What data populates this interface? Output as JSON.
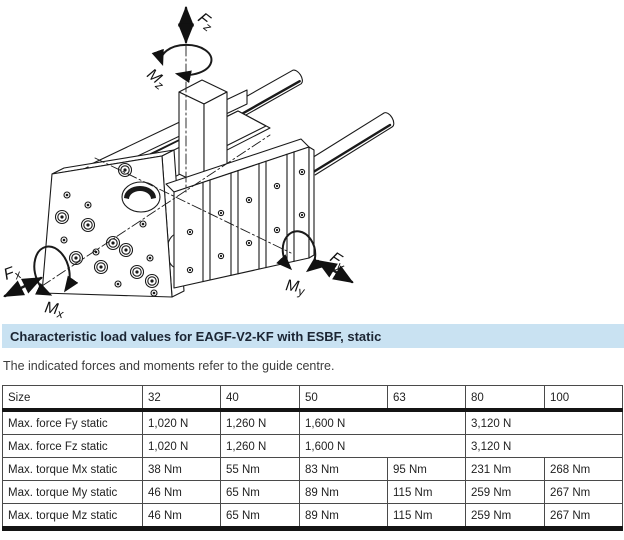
{
  "title": "Characteristic load values for EAGF-V2-KF with ESBF, static",
  "subtitle": "The indicated forces and moments refer to the guide centre.",
  "diagram": {
    "labels": {
      "fz": {
        "main": "F",
        "sub": "z"
      },
      "mz": {
        "main": "M",
        "sub": "z"
      },
      "fx": {
        "main": "F",
        "sub": "x"
      },
      "mx": {
        "main": "M",
        "sub": "x"
      },
      "fy": {
        "main": "F",
        "sub": "y"
      },
      "my": {
        "main": "M",
        "sub": "y"
      }
    }
  },
  "table": {
    "columns": [
      "Size",
      "32",
      "40",
      "50",
      "63",
      "80",
      "100"
    ],
    "rows": [
      {
        "label": "Max. force Fy static",
        "cells": [
          {
            "text": "1,020 N"
          },
          {
            "text": "1,260 N"
          },
          {
            "text": "1,600 N",
            "colspan": 2
          },
          {
            "text": "3,120 N",
            "colspan": 2
          }
        ]
      },
      {
        "label": "Max. force Fz static",
        "cells": [
          {
            "text": "1,020 N"
          },
          {
            "text": "1,260 N"
          },
          {
            "text": "1,600 N",
            "colspan": 2
          },
          {
            "text": "3,120 N",
            "colspan": 2
          }
        ]
      },
      {
        "label": "Max. torque Mx static",
        "cells": [
          {
            "text": "38 Nm"
          },
          {
            "text": "55 Nm"
          },
          {
            "text": "83 Nm"
          },
          {
            "text": "95 Nm"
          },
          {
            "text": "231 Nm"
          },
          {
            "text": "268 Nm"
          }
        ]
      },
      {
        "label": "Max. torque My static",
        "cells": [
          {
            "text": "46 Nm"
          },
          {
            "text": "65 Nm"
          },
          {
            "text": "89 Nm"
          },
          {
            "text": "115 Nm"
          },
          {
            "text": "259 Nm"
          },
          {
            "text": "267 Nm"
          }
        ]
      },
      {
        "label": "Max. torque Mz static",
        "cells": [
          {
            "text": "46 Nm"
          },
          {
            "text": "65 Nm"
          },
          {
            "text": "89 Nm"
          },
          {
            "text": "115 Nm"
          },
          {
            "text": "259 Nm"
          },
          {
            "text": "267 Nm"
          }
        ]
      }
    ]
  },
  "colors": {
    "band_bg": "#c9e2f2",
    "band_text": "#1b2533",
    "line": "#1a1a1a",
    "table_border": "#4a4a4a"
  }
}
